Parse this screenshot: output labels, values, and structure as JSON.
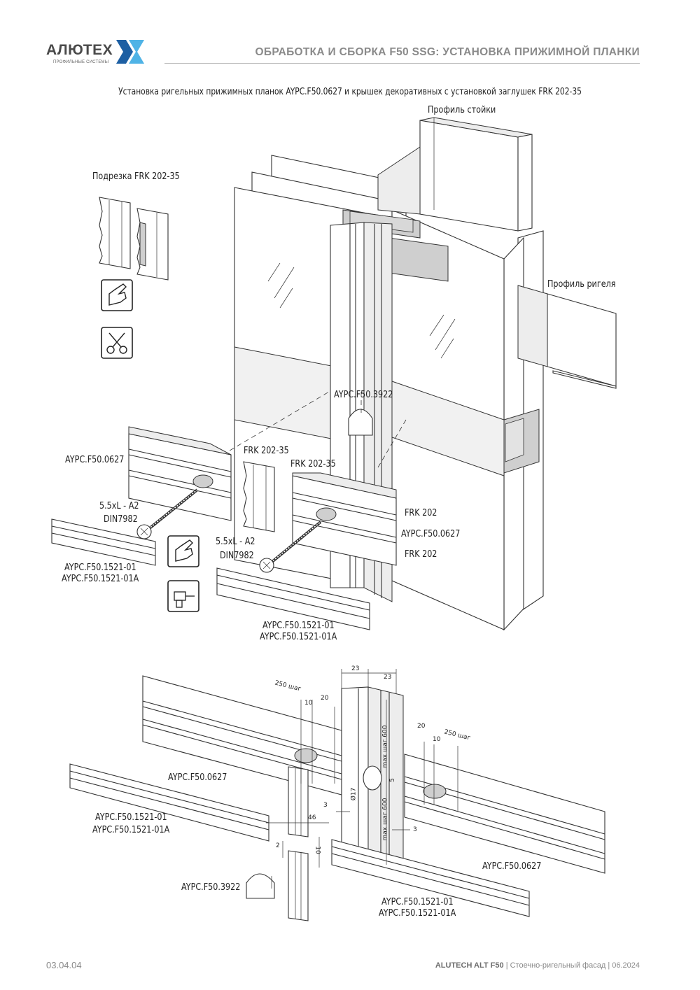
{
  "header": {
    "brand": "АЛЮТЕХ",
    "brand_sub": "ПРОФИЛЬНЫЕ СИСТЕМЫ",
    "title": "ОБРАБОТКА И СБОРКА F50 SSG: УСТАНОВКА ПРИЖИМНОЙ ПЛАНКИ",
    "brand_colors": {
      "text": "#4a4a4a",
      "dark_blue": "#1d5fa3",
      "light_blue": "#4fb3e6"
    }
  },
  "subtitle": "Установка ригельных прижимных планок AYPC.F50.0627 и крышек декоративных с установкой заглушек FRK 202-35",
  "labels": {
    "mullion_profile": "Профиль стойки",
    "transom_profile": "Профиль ригеля",
    "trim_frk": "Подрезка FRK 202-35",
    "cap_3922": "AYPC.F50.3922",
    "plank_left": "AYPC.F50.0627",
    "frk_left": "FRK 202-35",
    "frk_right": "FRK 202-35",
    "screw_left_1": "5.5xL - A2",
    "screw_left_2": "DIN7982",
    "screw_right_1": "5.5xL - A2",
    "screw_right_2": "DIN7982",
    "frk202_top": "FRK 202",
    "plank_right": "AYPC.F50.0627",
    "frk202_bottom": "FRK 202",
    "cover_left_1": "AYPC.F50.1521-01",
    "cover_left_2": "AYPC.F50.1521-01A",
    "cover_mid_1": "AYPC.F50.1521-01",
    "cover_mid_2": "AYPC.F50.1521-01A"
  },
  "bottom_labels": {
    "plank_left": "AYPC.F50.0627",
    "cover_left_1": "AYPC.F50.1521-01",
    "cover_left_2": "AYPC.F50.1521-01A",
    "cap": "AYPC.F50.3922",
    "plank_right": "AYPC.F50.0627",
    "cover_right_1": "AYPC.F50.1521-01",
    "cover_right_2": "AYPC.F50.1521-01A"
  },
  "dimensions": {
    "d23a": "23",
    "d23b": "23",
    "d250a": "250 шаг",
    "d20a": "20",
    "d10a": "10",
    "d20b": "20",
    "d250b": "250 шаг",
    "d10b": "10",
    "d3a": "3",
    "d46": "46",
    "d2": "2",
    "d10c": "10",
    "d3b": "3",
    "d17": "Ø17",
    "dmax_top": "max шаг 600",
    "dmax_bot": "max шаг 600",
    "d5": "5"
  },
  "icons": [
    "hand-press-icon",
    "scissors-icon",
    "hand-press-icon",
    "screwdriver-icon"
  ],
  "footer": {
    "page_number": "03.04.04",
    "product": "ALUTECH ALT F50",
    "sep1": "|",
    "description": "Стоечно-ригельный фасад",
    "sep2": "|",
    "date": "06.2024"
  }
}
